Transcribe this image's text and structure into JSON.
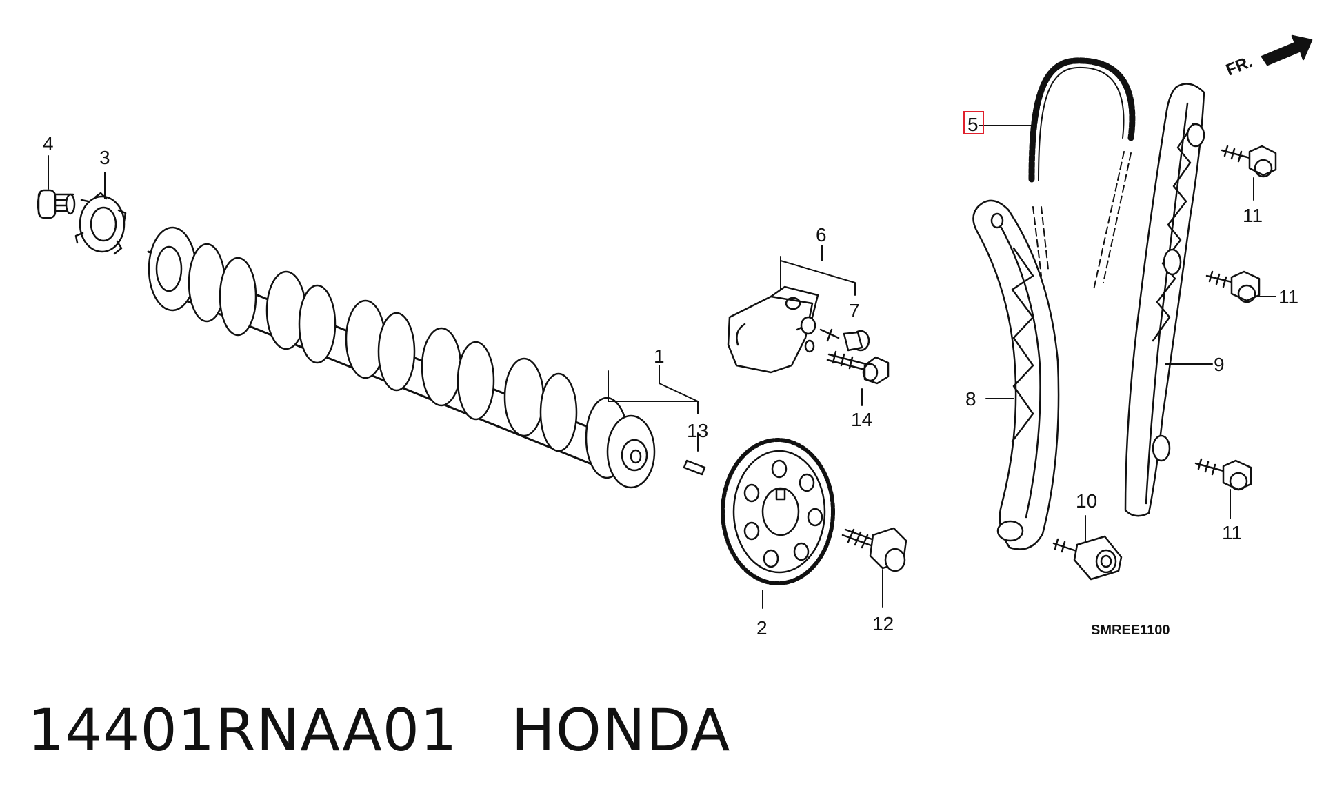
{
  "diagram": {
    "orientation_marker": "FR.",
    "drawing_code": "SMREE1100",
    "highlighted_callout": "5",
    "highlight_color": "#e0202c",
    "callouts": {
      "c1": "1",
      "c2": "2",
      "c3": "3",
      "c4": "4",
      "c5": "5",
      "c6": "6",
      "c7": "7",
      "c8": "8",
      "c9": "9",
      "c10": "10",
      "c11a": "11",
      "c11b": "11",
      "c11c": "11",
      "c12": "12",
      "c13": "13",
      "c14": "14"
    }
  },
  "caption": {
    "part_number": "14401RNAA01",
    "brand": "HONDA"
  }
}
